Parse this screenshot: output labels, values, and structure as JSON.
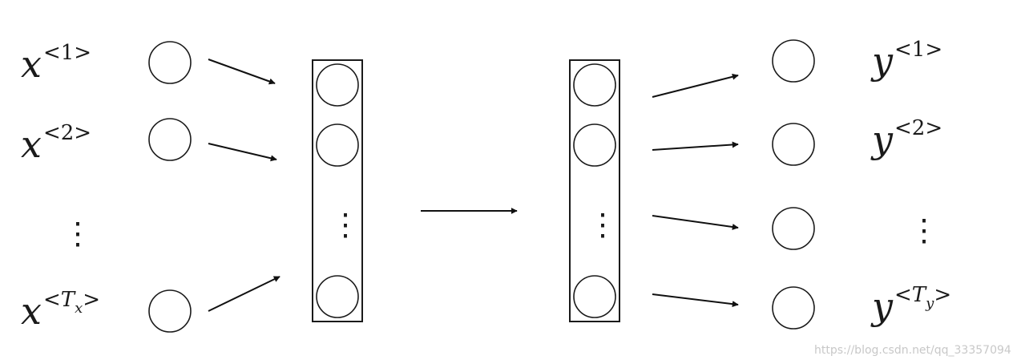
{
  "inputs": [
    {
      "base": "x",
      "sup_open": "<",
      "sup_text": "1",
      "sub": "",
      "sup_close": ">"
    },
    {
      "base": "x",
      "sup_open": "<",
      "sup_text": "2",
      "sub": "",
      "sup_close": ">"
    },
    {
      "base": "x",
      "sup_open": "<",
      "sup_text": "T",
      "sub": "x",
      "sup_close": ">"
    }
  ],
  "outputs": [
    {
      "base": "y",
      "sup_open": "<",
      "sup_text": "1",
      "sub": "",
      "sup_close": ">"
    },
    {
      "base": "y",
      "sup_open": "<",
      "sup_text": "2",
      "sub": "",
      "sup_close": ">"
    },
    {
      "base": "y",
      "sup_open": "<",
      "sup_text": "T",
      "sub": "y",
      "sup_close": ">"
    }
  ],
  "ellipsis": "⋮",
  "watermark": "https://blog.csdn.net/qq_33357094",
  "colors": {
    "stroke": "#1a1a1a",
    "watermark": "#c8c8c8"
  }
}
